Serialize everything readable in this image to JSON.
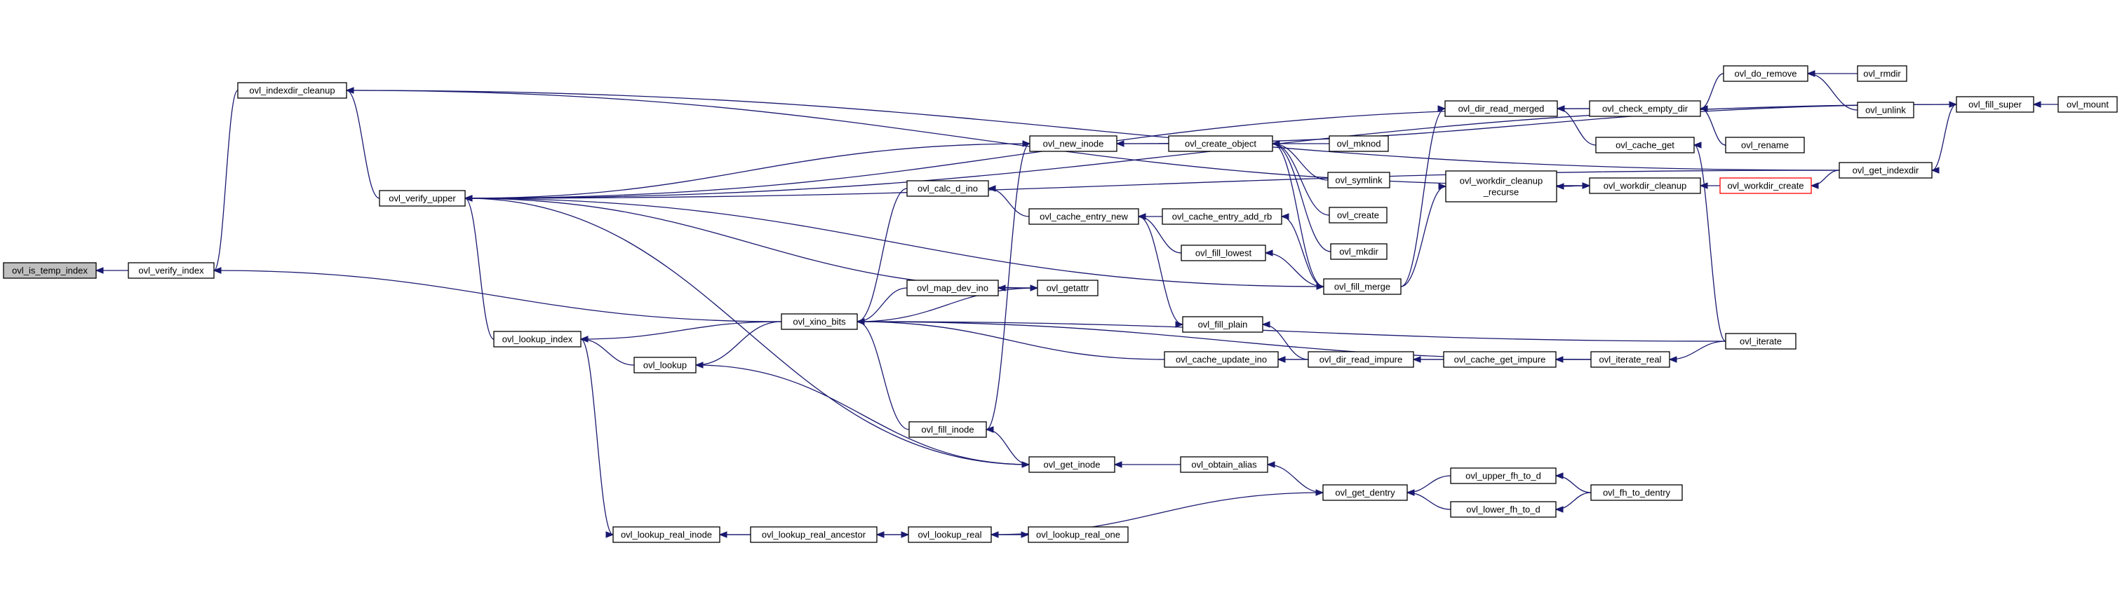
{
  "diagram": {
    "type": "call-graph",
    "colors": {
      "edge": "#191970",
      "root_fill": "#bfbfbf",
      "highlight_border": "#ff0000"
    },
    "nodes": [
      {
        "id": "ovl_is_temp_index",
        "label": "ovl_is_temp_index",
        "root": true
      },
      {
        "id": "ovl_verify_index",
        "label": "ovl_verify_index"
      },
      {
        "id": "ovl_indexdir_cleanup",
        "label": "ovl_indexdir_cleanup"
      },
      {
        "id": "ovl_verify_upper",
        "label": "ovl_verify_upper"
      },
      {
        "id": "ovl_lookup_index",
        "label": "ovl_lookup_index"
      },
      {
        "id": "ovl_lookup",
        "label": "ovl_lookup"
      },
      {
        "id": "ovl_lookup_real_inode",
        "label": "ovl_lookup_real_inode"
      },
      {
        "id": "ovl_lookup_real_ancestor",
        "label": "ovl_lookup_real_ancestor"
      },
      {
        "id": "ovl_lookup_real",
        "label": "ovl_lookup_real"
      },
      {
        "id": "ovl_lookup_real_one",
        "label": "ovl_lookup_real_one"
      },
      {
        "id": "ovl_xino_bits",
        "label": "ovl_xino_bits"
      },
      {
        "id": "ovl_calc_d_ino",
        "label": "ovl_calc_d_ino"
      },
      {
        "id": "ovl_map_dev_ino",
        "label": "ovl_map_dev_ino"
      },
      {
        "id": "ovl_getattr",
        "label": "ovl_getattr"
      },
      {
        "id": "ovl_fill_inode",
        "label": "ovl_fill_inode"
      },
      {
        "id": "ovl_new_inode",
        "label": "ovl_new_inode"
      },
      {
        "id": "ovl_get_inode",
        "label": "ovl_get_inode"
      },
      {
        "id": "ovl_cache_entry_new",
        "label": "ovl_cache_entry_new"
      },
      {
        "id": "ovl_cache_entry_add_rb",
        "label": "ovl_cache_entry_add_rb"
      },
      {
        "id": "ovl_fill_lowest",
        "label": "ovl_fill_lowest"
      },
      {
        "id": "ovl_fill_plain",
        "label": "ovl_fill_plain"
      },
      {
        "id": "ovl_cache_update_ino",
        "label": "ovl_cache_update_ino"
      },
      {
        "id": "ovl_create_object",
        "label": "ovl_create_object"
      },
      {
        "id": "ovl_mknod",
        "label": "ovl_mknod"
      },
      {
        "id": "ovl_symlink",
        "label": "ovl_symlink"
      },
      {
        "id": "ovl_create",
        "label": "ovl_create"
      },
      {
        "id": "ovl_mkdir",
        "label": "ovl_mkdir"
      },
      {
        "id": "ovl_fill_merge",
        "label": "ovl_fill_merge"
      },
      {
        "id": "ovl_dir_read_merged",
        "label": "ovl_dir_read_merged"
      },
      {
        "id": "ovl_workdir_cleanup_recurse",
        "label": "ovl_workdir_cleanup\n_recurse"
      },
      {
        "id": "ovl_dir_read_impure",
        "label": "ovl_dir_read_impure"
      },
      {
        "id": "ovl_obtain_alias",
        "label": "ovl_obtain_alias"
      },
      {
        "id": "ovl_get_dentry",
        "label": "ovl_get_dentry"
      },
      {
        "id": "ovl_check_empty_dir",
        "label": "ovl_check_empty_dir"
      },
      {
        "id": "ovl_cache_get",
        "label": "ovl_cache_get"
      },
      {
        "id": "ovl_workdir_cleanup",
        "label": "ovl_workdir_cleanup"
      },
      {
        "id": "ovl_cache_get_impure",
        "label": "ovl_cache_get_impure"
      },
      {
        "id": "ovl_upper_fh_to_d",
        "label": "ovl_upper_fh_to_d"
      },
      {
        "id": "ovl_lower_fh_to_d",
        "label": "ovl_lower_fh_to_d"
      },
      {
        "id": "ovl_do_remove",
        "label": "ovl_do_remove"
      },
      {
        "id": "ovl_rename",
        "label": "ovl_rename"
      },
      {
        "id": "ovl_workdir_create",
        "label": "ovl_workdir_create",
        "highlight": true
      },
      {
        "id": "ovl_iterate_real",
        "label": "ovl_iterate_real"
      },
      {
        "id": "ovl_fh_to_dentry",
        "label": "ovl_fh_to_dentry"
      },
      {
        "id": "ovl_iterate",
        "label": "ovl_iterate"
      },
      {
        "id": "ovl_rmdir",
        "label": "ovl_rmdir"
      },
      {
        "id": "ovl_unlink",
        "label": "ovl_unlink"
      },
      {
        "id": "ovl_get_indexdir",
        "label": "ovl_get_indexdir"
      },
      {
        "id": "ovl_fill_super",
        "label": "ovl_fill_super"
      },
      {
        "id": "ovl_mount",
        "label": "ovl_mount"
      }
    ],
    "edges": [
      {
        "from": "ovl_verify_index",
        "to": "ovl_is_temp_index"
      },
      {
        "from": "ovl_indexdir_cleanup",
        "to": "ovl_verify_index"
      },
      {
        "from": "ovl_xino_bits",
        "to": "ovl_verify_index"
      },
      {
        "from": "ovl_get_indexdir",
        "to": "ovl_indexdir_cleanup"
      },
      {
        "from": "ovl_verify_upper",
        "to": "ovl_indexdir_cleanup"
      },
      {
        "from": "ovl_indexdir_cleanup",
        "to": "ovl_workdir_cleanup"
      },
      {
        "from": "ovl_new_inode",
        "to": "ovl_verify_upper"
      },
      {
        "from": "ovl_check_empty_dir",
        "to": "ovl_verify_upper"
      },
      {
        "from": "ovl_fill_merge",
        "to": "ovl_verify_upper"
      },
      {
        "from": "ovl_fill_super",
        "to": "ovl_verify_upper"
      },
      {
        "from": "ovl_verify_upper",
        "to": "ovl_getattr"
      },
      {
        "from": "ovl_lookup_index",
        "to": "ovl_verify_upper"
      },
      {
        "from": "ovl_get_inode",
        "to": "ovl_verify_upper"
      },
      {
        "from": "ovl_get_indexdir",
        "to": "ovl_verify_upper"
      },
      {
        "from": "ovl_xino_bits",
        "to": "ovl_lookup_index"
      },
      {
        "from": "ovl_lookup",
        "to": "ovl_lookup_index"
      },
      {
        "from": "ovl_lookup_index",
        "to": "ovl_lookup_real_inode"
      },
      {
        "from": "ovl_xino_bits",
        "to": "ovl_lookup"
      },
      {
        "from": "ovl_lookup",
        "to": "ovl_get_inode"
      },
      {
        "from": "ovl_lookup_real_ancestor",
        "to": "ovl_lookup_real_inode"
      },
      {
        "from": "ovl_lookup_real_inode",
        "to": "ovl_lookup_real"
      },
      {
        "from": "ovl_lookup_real",
        "to": "ovl_lookup_real_ancestor"
      },
      {
        "from": "ovl_lookup_real_one",
        "to": "ovl_lookup_real"
      },
      {
        "from": "ovl_lookup_real",
        "to": "ovl_lookup_real_one"
      },
      {
        "from": "ovl_lookup_real",
        "to": "ovl_get_dentry"
      },
      {
        "from": "ovl_calc_d_ino",
        "to": "ovl_xino_bits"
      },
      {
        "from": "ovl_map_dev_ino",
        "to": "ovl_xino_bits"
      },
      {
        "from": "ovl_getattr",
        "to": "ovl_xino_bits"
      },
      {
        "from": "ovl_fill_inode",
        "to": "ovl_xino_bits"
      },
      {
        "from": "ovl_cache_update_ino",
        "to": "ovl_xino_bits"
      },
      {
        "from": "ovl_iterate",
        "to": "ovl_xino_bits"
      },
      {
        "from": "ovl_iterate_real",
        "to": "ovl_xino_bits"
      },
      {
        "from": "ovl_getattr",
        "to": "ovl_map_dev_ino"
      },
      {
        "from": "ovl_cache_entry_new",
        "to": "ovl_calc_d_ino"
      },
      {
        "from": "ovl_fill_inode",
        "to": "ovl_new_inode"
      },
      {
        "from": "ovl_get_inode",
        "to": "ovl_fill_inode"
      },
      {
        "from": "ovl_obtain_alias",
        "to": "ovl_get_inode"
      },
      {
        "from": "ovl_create_object",
        "to": "ovl_new_inode"
      },
      {
        "from": "ovl_new_inode",
        "to": "ovl_fill_super"
      },
      {
        "from": "ovl_mknod",
        "to": "ovl_create_object"
      },
      {
        "from": "ovl_symlink",
        "to": "ovl_create_object"
      },
      {
        "from": "ovl_create",
        "to": "ovl_create_object"
      },
      {
        "from": "ovl_mkdir",
        "to": "ovl_create_object"
      },
      {
        "from": "ovl_create_object",
        "to": "ovl_fill_merge"
      },
      {
        "from": "ovl_cache_entry_add_rb",
        "to": "ovl_cache_entry_new"
      },
      {
        "from": "ovl_fill_lowest",
        "to": "ovl_cache_entry_new"
      },
      {
        "from": "ovl_cache_entry_new",
        "to": "ovl_fill_plain"
      },
      {
        "from": "ovl_fill_merge",
        "to": "ovl_cache_entry_add_rb"
      },
      {
        "from": "ovl_fill_merge",
        "to": "ovl_fill_lowest"
      },
      {
        "from": "ovl_fill_merge",
        "to": "ovl_dir_read_merged"
      },
      {
        "from": "ovl_fill_merge",
        "to": "ovl_workdir_cleanup_recurse"
      },
      {
        "from": "ovl_dir_read_impure",
        "to": "ovl_fill_plain"
      },
      {
        "from": "ovl_dir_read_impure",
        "to": "ovl_cache_update_ino"
      },
      {
        "from": "ovl_iterate_real",
        "to": "ovl_cache_update_ino"
      },
      {
        "from": "ovl_cache_get_impure",
        "to": "ovl_dir_read_impure"
      },
      {
        "from": "ovl_iterate_real",
        "to": "ovl_cache_get_impure"
      },
      {
        "from": "ovl_get_dentry",
        "to": "ovl_obtain_alias"
      },
      {
        "from": "ovl_upper_fh_to_d",
        "to": "ovl_get_dentry"
      },
      {
        "from": "ovl_lower_fh_to_d",
        "to": "ovl_get_dentry"
      },
      {
        "from": "ovl_fh_to_dentry",
        "to": "ovl_upper_fh_to_d"
      },
      {
        "from": "ovl_fh_to_dentry",
        "to": "ovl_lower_fh_to_d"
      },
      {
        "from": "ovl_check_empty_dir",
        "to": "ovl_dir_read_merged"
      },
      {
        "from": "ovl_cache_get",
        "to": "ovl_dir_read_merged"
      },
      {
        "from": "ovl_workdir_cleanup",
        "to": "ovl_workdir_cleanup_recurse"
      },
      {
        "from": "ovl_workdir_cleanup_recurse",
        "to": "ovl_workdir_cleanup"
      },
      {
        "from": "ovl_do_remove",
        "to": "ovl_check_empty_dir"
      },
      {
        "from": "ovl_rename",
        "to": "ovl_check_empty_dir"
      },
      {
        "from": "ovl_iterate",
        "to": "ovl_cache_get"
      },
      {
        "from": "ovl_workdir_create",
        "to": "ovl_workdir_cleanup"
      },
      {
        "from": "ovl_get_indexdir",
        "to": "ovl_workdir_create"
      },
      {
        "from": "ovl_rmdir",
        "to": "ovl_do_remove"
      },
      {
        "from": "ovl_unlink",
        "to": "ovl_do_remove"
      },
      {
        "from": "ovl_iterate",
        "to": "ovl_iterate_real"
      },
      {
        "from": "ovl_fill_super",
        "to": "ovl_get_indexdir"
      },
      {
        "from": "ovl_mount",
        "to": "ovl_fill_super"
      }
    ]
  }
}
